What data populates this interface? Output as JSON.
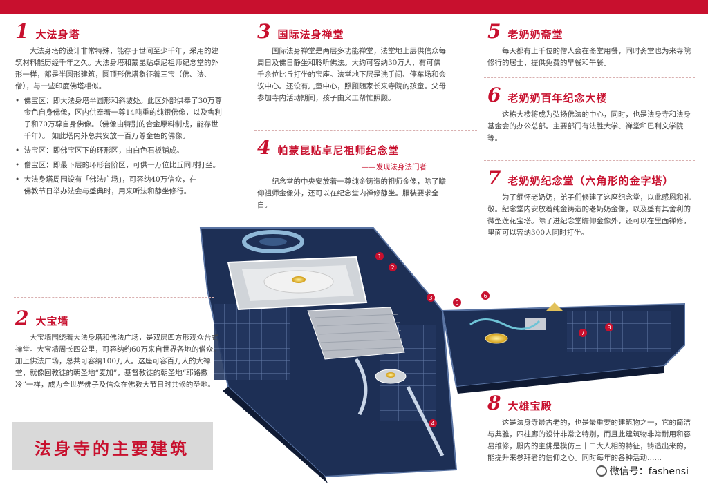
{
  "sections": [
    {
      "num": "1",
      "title": "大法身塔",
      "paras": [
        "大法身塔的设计非常特殊，能存于世间至少千年，采用的建筑材料能历经千年之久。大法身塔和蒙昆贴卓尼祖师纪念堂的外形一样，都是半圆形建筑，圆顶形佛塔象征着三宝（佛、法、僧），与一些印度佛塔相似。"
      ],
      "bullets": [
        "佛宝区：即大法身塔半圆形和斜坡处。此区外部供奉了30万尊金色自身佛像，区内供奉着一尊14吨重的纯银佛像，以及舍利子和70万尊自身佛像。（佛像由特别的合金原料制成，能存世千年）。 如此塔内外总共安放一百万尊金色的佛像。",
        "法宝区：即佛宝区下的环形区，由白色石板铺成。",
        "僧宝区：即最下层的环形台阶区，可供一万位比丘同时打坐。",
        "大法身塔周围设有「佛法广场」，可容纳40万信众，在佛教节日举办法会与盛典时，用来听法和静坐修行。"
      ]
    },
    {
      "num": "2",
      "title": "大宝墙",
      "paras": [
        "大宝墙围绕着大法身塔和佛法广场，是双层四方形观众台式禅堂。大宝墙周长四公里，可容纳约60万来自世界各地的僧众。加上佛法广场，总共可容纳100万人。这座可容百万人的大禅堂，就像回教徒的朝圣地“麦加”，基督教徒的朝圣地“耶路撒冷”一样，成为全世界佛子及信众在佛教大节日时共修的圣地。"
      ]
    },
    {
      "num": "3",
      "title": "国际法身禅堂",
      "paras": [
        "国际法身禅堂是两层多功能禅堂，法堂地上层供信众每周日及佛日静坐和聆听佛法。大约可容纳30万人，有可供千余位比丘打坐的宝座。法堂地下层是洗手间、停车场和会议中心。还设有儿童中心，照顾随家长来寺院的孩童。父母参加寺内活动期间，孩子由义工帮忙照顾。"
      ]
    },
    {
      "num": "4",
      "title": "帕蒙昆贴卓尼祖师纪念堂",
      "subtitle": "——发现法身法门者",
      "paras": [
        "纪念堂的中央安放着一尊纯金铸造的祖师金像，除了瞻仰祖师金像外，还可以在纪念堂内禅修静坐。服装要求全白。"
      ]
    },
    {
      "num": "5",
      "title": "老奶奶斋堂",
      "paras": [
        "每天都有上千位的僧人会在斋堂用餐，同时斋堂也为来寺院修行的居士，提供免费的早餐和午餐。"
      ]
    },
    {
      "num": "6",
      "title": "老奶奶百年纪念大楼",
      "paras": [
        "这栋大楼将成为弘扬佛法的中心，同时，也是法身寺和法身基金会的办公总部。主要部门有法胜大学、禅堂和巴利文学院等。"
      ]
    },
    {
      "num": "7",
      "title": "老奶奶纪念堂（六角形的金字塔）",
      "paras": [
        "为了缅怀老奶奶，弟子们修建了这座纪念堂，以此感恩和礼敬。纪念堂内安放着纯金铸造的老奶奶金像，以及盛有其舍利的微型莲花宝塔。除了进纪念堂瞻仰金像外，还可以在里面禅修，里面可以容纳300人同时打坐。"
      ]
    },
    {
      "num": "8",
      "title": "大雄宝殿",
      "paras": [
        "这是法身寺最古老的，也是最重要的建筑物之一，它的简洁与典雅，四柱廊的设计非常之特别，而且此建筑物非常耐用和容易维修，殿内的主佛是模仿三十二大人相的特征，铸造出来的，能提升来参拜者的信仰之心。同时每年的各种活动……"
      ]
    }
  ],
  "main_title": "法身寺的主要建筑",
  "watermark": "微信号：fashensi",
  "map_markers": [
    "1",
    "2",
    "3",
    "4",
    "5",
    "6",
    "7",
    "8"
  ],
  "colors": {
    "accent": "#c8102e",
    "map_dark": "#1d2f55",
    "map_mid": "#2c4676",
    "gray_band": "#d9d9d9"
  }
}
